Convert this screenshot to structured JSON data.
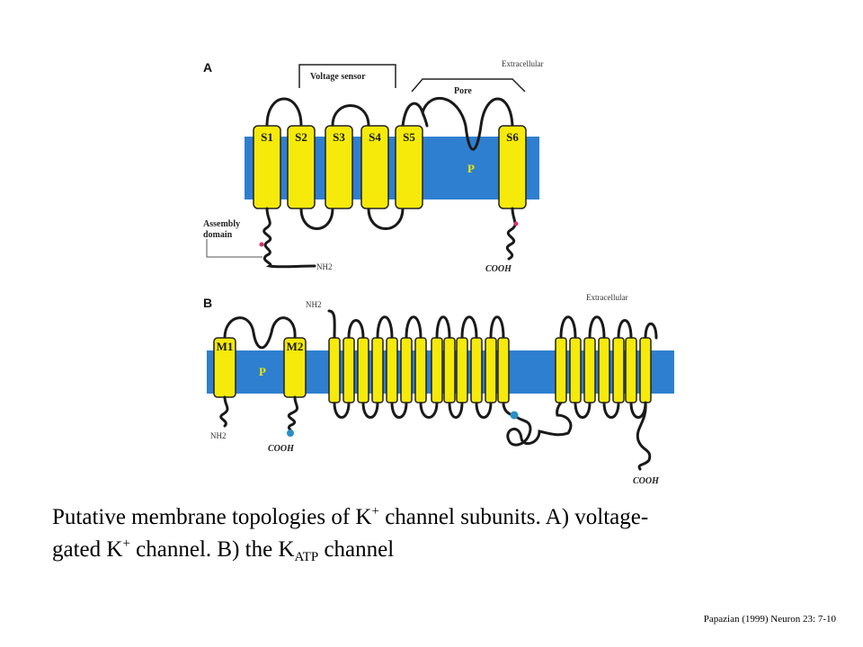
{
  "panel_a": {
    "panel_label": "A",
    "helices": [
      "S1",
      "S2",
      "S3",
      "S4",
      "S5",
      "S6"
    ],
    "voltage_sensor_label": "Voltage sensor",
    "pore_label": "Pore",
    "extracellular_label": "Extracellular",
    "pore_region_label": "P",
    "assembly_label_line1": "Assembly",
    "assembly_label_line2": "domain",
    "n_terminus": "NH2",
    "c_terminus": "COOH"
  },
  "panel_b": {
    "panel_label": "B",
    "helices": [
      "M1",
      "M2"
    ],
    "pore_region_label": "P",
    "extracellular_label": "Extracellular",
    "n_terminus_left": "NH2",
    "n_terminus_top": "NH2",
    "c_terminus_left": "COOH",
    "c_terminus_right": "COOH"
  },
  "caption": {
    "line1_part1": "Putative membrane topologies of K",
    "sup1": "+",
    "line1_part2": " channel subunits.  A) voltage-",
    "line2_part1": "gated K",
    "sup2": "+",
    "line2_part2": " channel.  B) the K",
    "sub": "ATP",
    "line2_part3": " channel"
  },
  "citation": "Papazian (1999) Neuron 23:  7-10",
  "colors": {
    "membrane": "#2f7fd0",
    "helix": "#f5ea0a",
    "helix_border": "#222222",
    "marker_red": "#d4306a",
    "marker_blue": "#2a8fc4"
  }
}
